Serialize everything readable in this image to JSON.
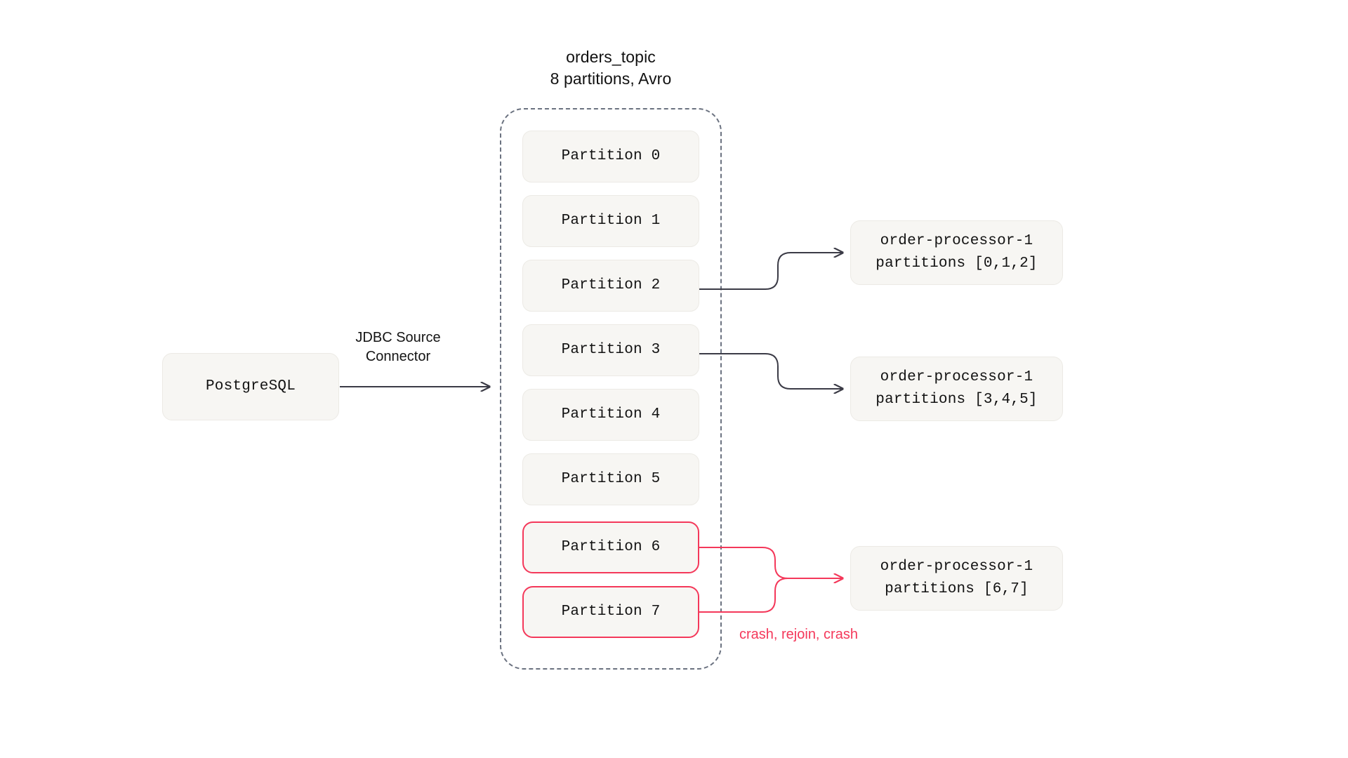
{
  "diagram": {
    "type": "flow-diagram",
    "background_color": "#ffffff",
    "accent_color": "#f4385a",
    "edge_color": "#3b3b46",
    "node_fill": "#f7f6f3",
    "container_border_color": "#6b7280"
  },
  "topic": {
    "name": "orders_topic",
    "meta": "8 partitions, Avro",
    "partitions": [
      {
        "label": "Partition 0",
        "highlight": false
      },
      {
        "label": "Partition 1",
        "highlight": false
      },
      {
        "label": "Partition 2",
        "highlight": false
      },
      {
        "label": "Partition 3",
        "highlight": false
      },
      {
        "label": "Partition 4",
        "highlight": false
      },
      {
        "label": "Partition 5",
        "highlight": false
      },
      {
        "label": "Partition 6",
        "highlight": true
      },
      {
        "label": "Partition 7",
        "highlight": true
      }
    ]
  },
  "source": {
    "label": "PostgreSQL"
  },
  "edges": {
    "source_to_topic_label_line1": "JDBC Source",
    "source_to_topic_label_line2": "Connector",
    "crash_label": "crash, rejoin, crash"
  },
  "consumers": [
    {
      "name": "order-processor-1",
      "assignment": "partitions [0,1,2]",
      "highlight": false
    },
    {
      "name": "order-processor-1",
      "assignment": "partitions [3,4,5]",
      "highlight": false
    },
    {
      "name": "order-processor-1",
      "assignment": "partitions [6,7]",
      "highlight": true
    }
  ]
}
